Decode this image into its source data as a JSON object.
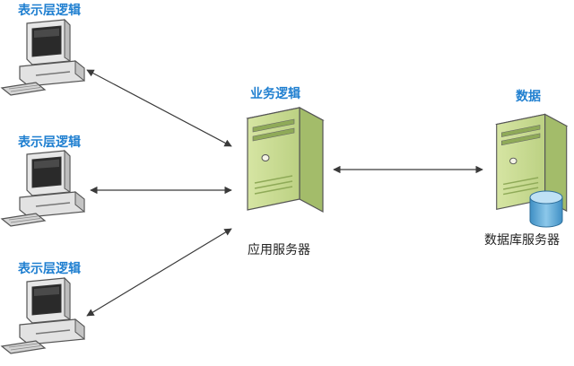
{
  "labels": {
    "client_1": "表示层逻辑",
    "client_2": "表示层逻辑",
    "client_3": "表示层逻辑",
    "business": "业务逻辑",
    "data": "数据",
    "app_server": "应用服务器",
    "db_server": "数据库服务器"
  },
  "colors": {
    "label_blue": "#1f7fd0",
    "server_front": "#c7d98f",
    "server_side": "#9fb866",
    "server_top": "#e0ebb8",
    "db_cylinder": "#5aa9d8",
    "arrow": "#3a3a3a"
  },
  "icons": {
    "client": "desktop-computer-icon",
    "app_server": "server-tower-icon",
    "db_server": "database-server-icon"
  }
}
